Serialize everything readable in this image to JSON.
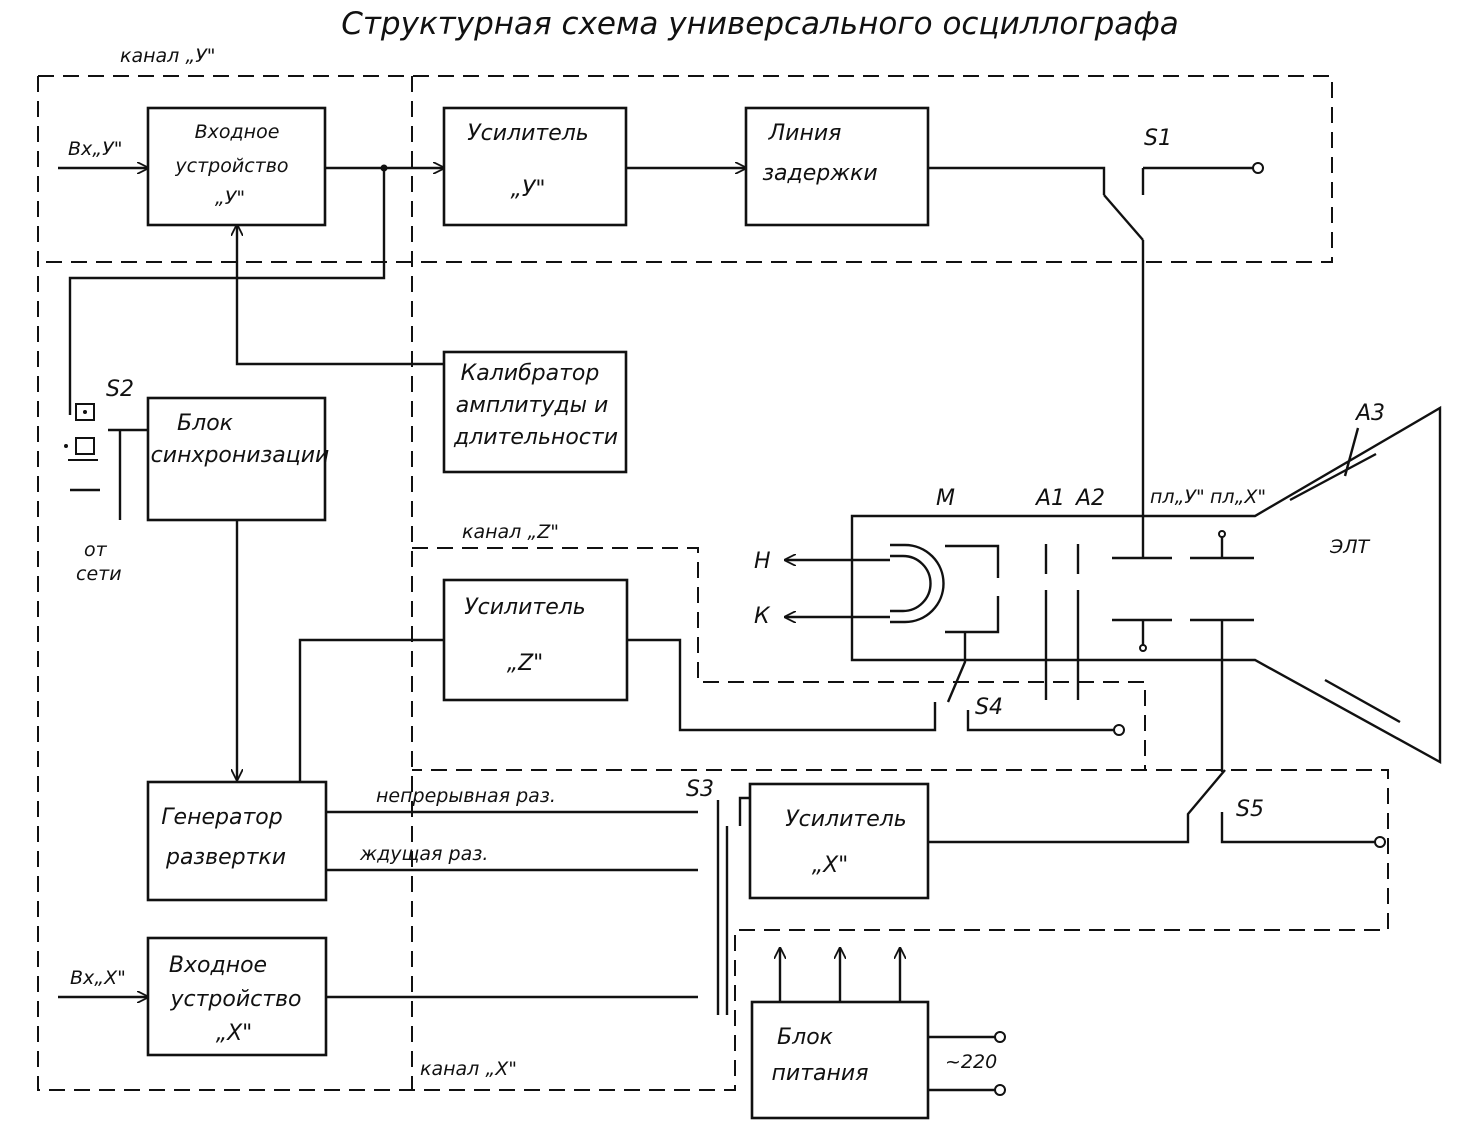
{
  "title": "Структурная схема универсального осциллографа",
  "channels": {
    "y": "канал „У\"",
    "z": "канал „Z\"",
    "x": "канал „X\""
  },
  "blocks": {
    "input_y": [
      "Входное",
      "устройство",
      "„У\""
    ],
    "amp_y": [
      "Усилитель",
      "„У\""
    ],
    "delay_line": [
      "Линия",
      "задержки"
    ],
    "calibrator": [
      "Калибратор",
      "амплитуды и",
      "длительности"
    ],
    "sync": [
      "Блок",
      "синхронизации"
    ],
    "amp_z": [
      "Усилитель",
      "„Z\""
    ],
    "sweep_gen": [
      "Генератор",
      "развертки"
    ],
    "amp_x": [
      "Усилитель",
      "„X\""
    ],
    "input_x": [
      "Входное",
      "устройство",
      "„X\""
    ],
    "power": [
      "Блок",
      "питания"
    ]
  },
  "labels": {
    "in_y": "Вх„У\"",
    "in_x": "Вх„X\"",
    "from_mains": [
      "от",
      "сети"
    ],
    "continuous": "непрерывная  раз.",
    "waiting": "ждущая  раз.",
    "mains_voltage": "~220"
  },
  "switches": {
    "s1": "S1",
    "s2": "S2",
    "s3": "S3",
    "s4": "S4",
    "s5": "S5"
  },
  "crt": {
    "name": "ЭЛТ",
    "modulator": "М",
    "a1": "А1",
    "a2": "А2",
    "a3": "А3",
    "plates_y": "пл„У\"",
    "plates_x": "пл„X\"",
    "heater": "Н",
    "cathode": "К"
  }
}
